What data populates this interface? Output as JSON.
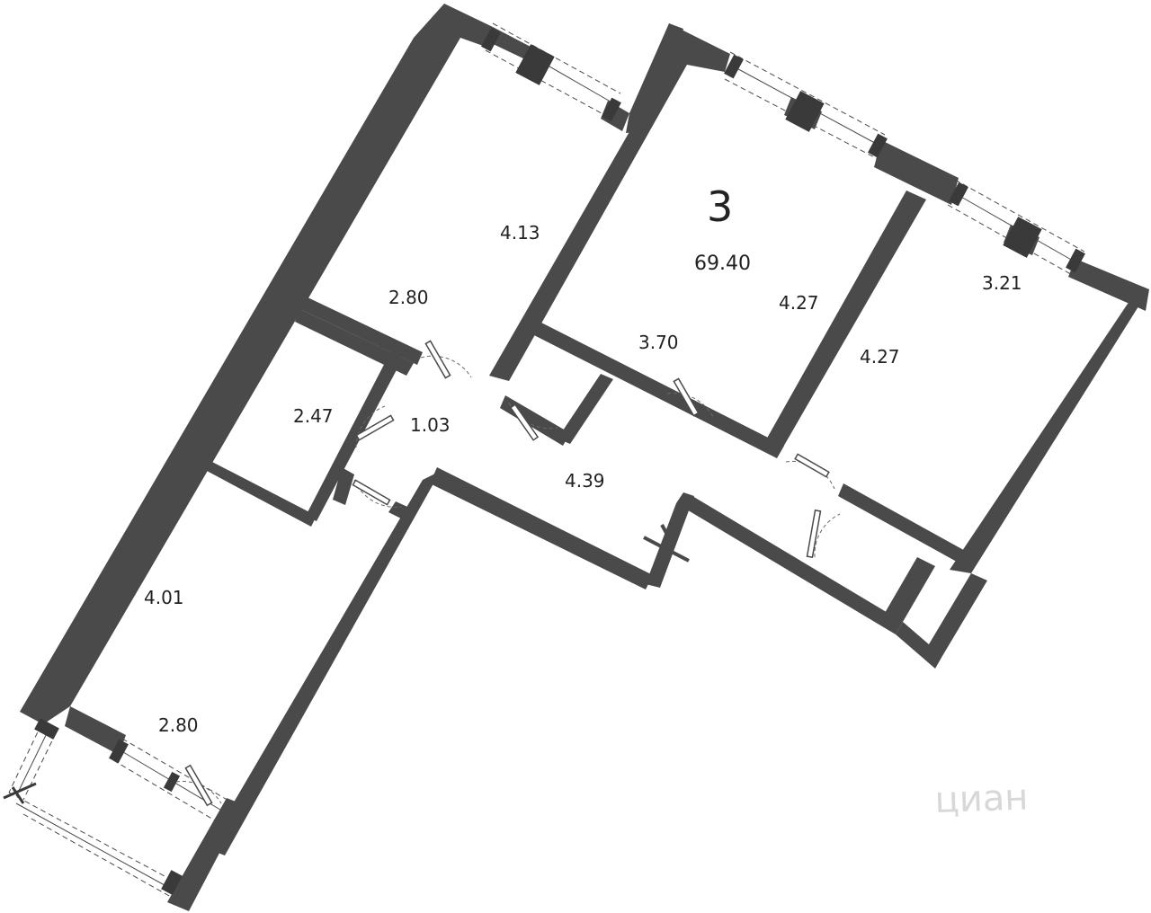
{
  "plan": {
    "room_count": "3",
    "total_area": "69.40",
    "watermark": "циан",
    "dimensions": [
      {
        "id": "bedroom-top-left-length",
        "text": "4.13"
      },
      {
        "id": "bedroom-top-left-width",
        "text": "2.80"
      },
      {
        "id": "living-room-width",
        "text": "4.27"
      },
      {
        "id": "living-room-length",
        "text": "3.70"
      },
      {
        "id": "bedroom-right-width",
        "text": "3.21"
      },
      {
        "id": "bedroom-right-length",
        "text": "4.27"
      },
      {
        "id": "bathroom-size",
        "text": "2.47"
      },
      {
        "id": "wc-size",
        "text": "1.03"
      },
      {
        "id": "hallway-size",
        "text": "4.39"
      },
      {
        "id": "kitchen-length",
        "text": "4.01"
      },
      {
        "id": "kitchen-width",
        "text": "2.80"
      }
    ]
  },
  "colors": {
    "wall": "#4a4a4a",
    "background": "#ffffff",
    "text": "#222222"
  }
}
